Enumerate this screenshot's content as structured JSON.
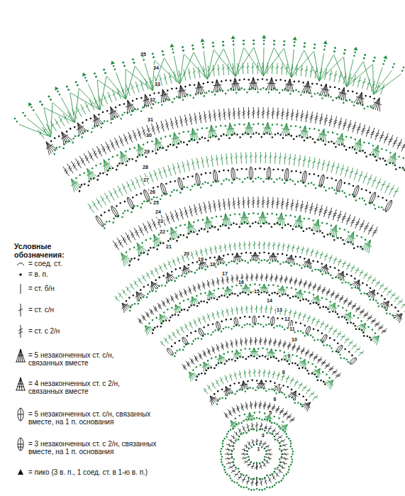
{
  "diagram": {
    "labels": [
      "Условные обозначения:",
      "1",
      "2",
      "3",
      "4",
      "5",
      "6",
      "7",
      "8",
      "9",
      "10",
      "11",
      "12",
      "13",
      "14",
      "15",
      "16",
      "17",
      "18",
      "19",
      "20",
      "21",
      "22",
      "23",
      "24",
      "25",
      "26",
      "27",
      "28",
      "29",
      "30",
      "31",
      "32",
      "33",
      "34",
      "35"
    ],
    "legend": [
      {
        "text": "= соед. ст."
      },
      {
        "text": "= в. п."
      },
      {
        "text": "= ст. б/н"
      },
      {
        "text": "= ст. с/н"
      },
      {
        "text": "= ст. с 2/н"
      },
      {
        "text": "= 5 незаконченных ст. с/н, связанных вместе"
      },
      {
        "text": "= 4 незаконченных ст. с 2/н, связанных вместе"
      },
      {
        "text": "= 5 незаконченных ст. с/н, связанных вместе, на 1 п. основания"
      },
      {
        "text": "= 3 незаконченных ст. с 2/н, связанных вместе, на 1 п. основания"
      },
      {
        "text": "= пико (3 в. п., 1 соед. ст. в 1-ю в. п.)"
      }
    ]
  }
}
